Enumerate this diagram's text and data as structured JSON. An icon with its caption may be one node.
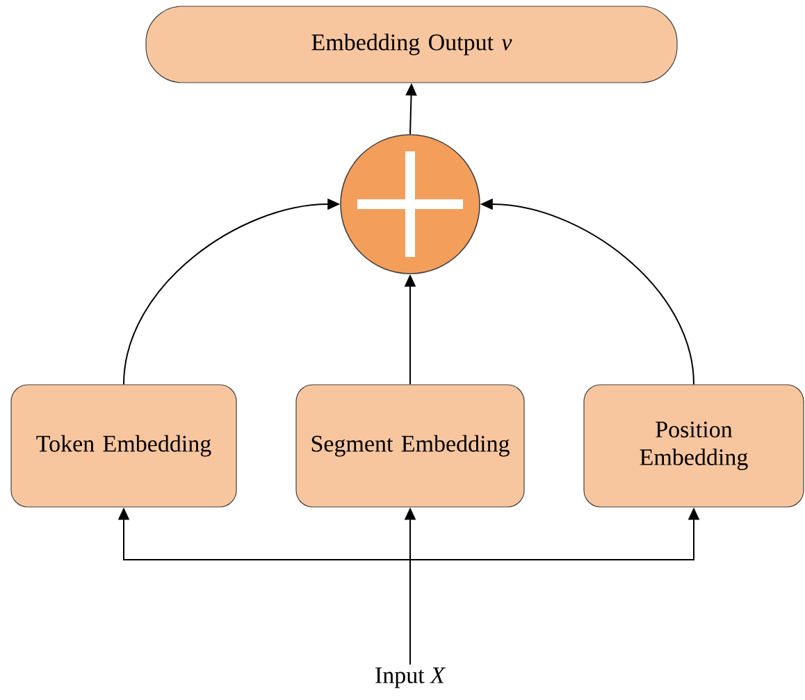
{
  "diagram": {
    "nodes": [
      {
        "text": [
          "Embedding Output *v*"
        ]
      },
      {
        "text": [],
        "shape": "circle"
      },
      {
        "text": [
          "Token Embedding"
        ]
      },
      {
        "text": [
          "Segment Embedding"
        ]
      },
      {
        "text": [
          "Position Embedding"
        ]
      },
      {
        "text": [
          "Input *X*"
        ]
      }
    ],
    "edges": [
      {
        "from": 1,
        "to": 0,
        "arrow": "to"
      },
      {
        "from": 2,
        "to": 1,
        "arrow": "to"
      },
      {
        "from": 3,
        "to": 1,
        "arrow": "to"
      },
      {
        "from": 4,
        "to": 1,
        "arrow": "to"
      },
      {
        "from": 5,
        "to": 2,
        "arrow": "to"
      },
      {
        "from": 5,
        "to": 3,
        "arrow": "to"
      },
      {
        "from": 5,
        "to": 4,
        "arrow": "to"
      }
    ]
  }
}
